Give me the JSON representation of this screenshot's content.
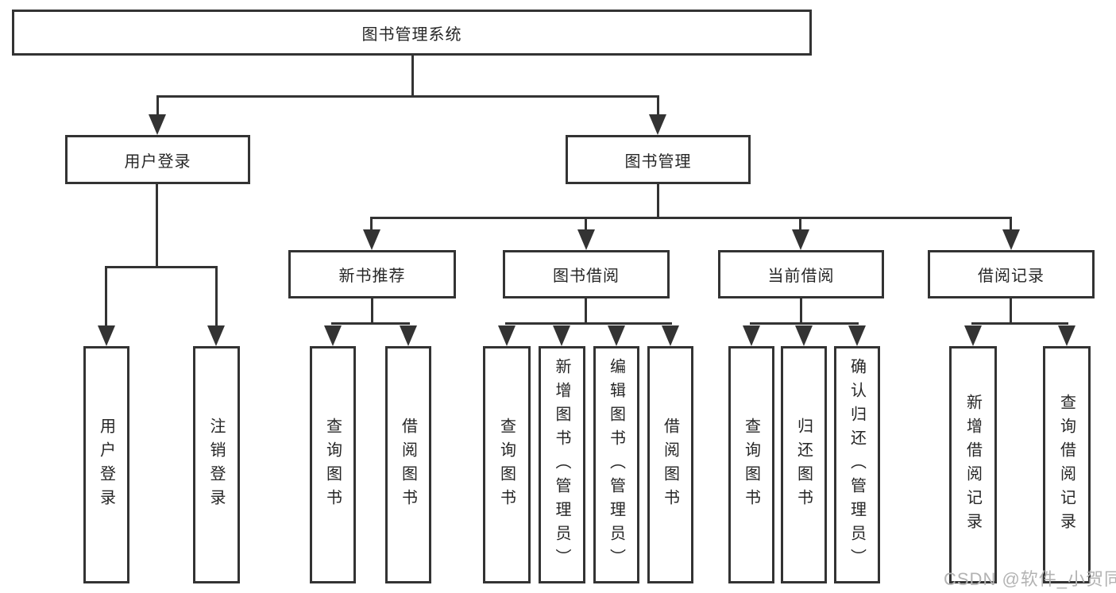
{
  "diagram": {
    "root": {
      "label": "图书管理系统"
    },
    "level2": [
      {
        "label": "用户登录"
      },
      {
        "label": "图书管理"
      }
    ],
    "level3": [
      {
        "label": "新书推荐"
      },
      {
        "label": "图书借阅"
      },
      {
        "label": "当前借阅"
      },
      {
        "label": "借阅记录"
      }
    ],
    "leaves": [
      {
        "label": "用户登录"
      },
      {
        "label": "注销登录"
      },
      {
        "label": "查询图书"
      },
      {
        "label": "借阅图书"
      },
      {
        "label": "查询图书"
      },
      {
        "label": "新增图书（管理员）"
      },
      {
        "label": "编辑图书（管理员）"
      },
      {
        "label": "借阅图书"
      },
      {
        "label": "查询图书"
      },
      {
        "label": "归还图书"
      },
      {
        "label": "确认归还（管理员）"
      },
      {
        "label": "新增借阅记录"
      },
      {
        "label": "查询借阅记录"
      }
    ]
  },
  "watermark": {
    "text": "CSDN @软件_小贺同学"
  },
  "colors": {
    "line": "#333333",
    "text": "#262626",
    "background": "#ffffff",
    "watermark": "#b3b3b3"
  }
}
